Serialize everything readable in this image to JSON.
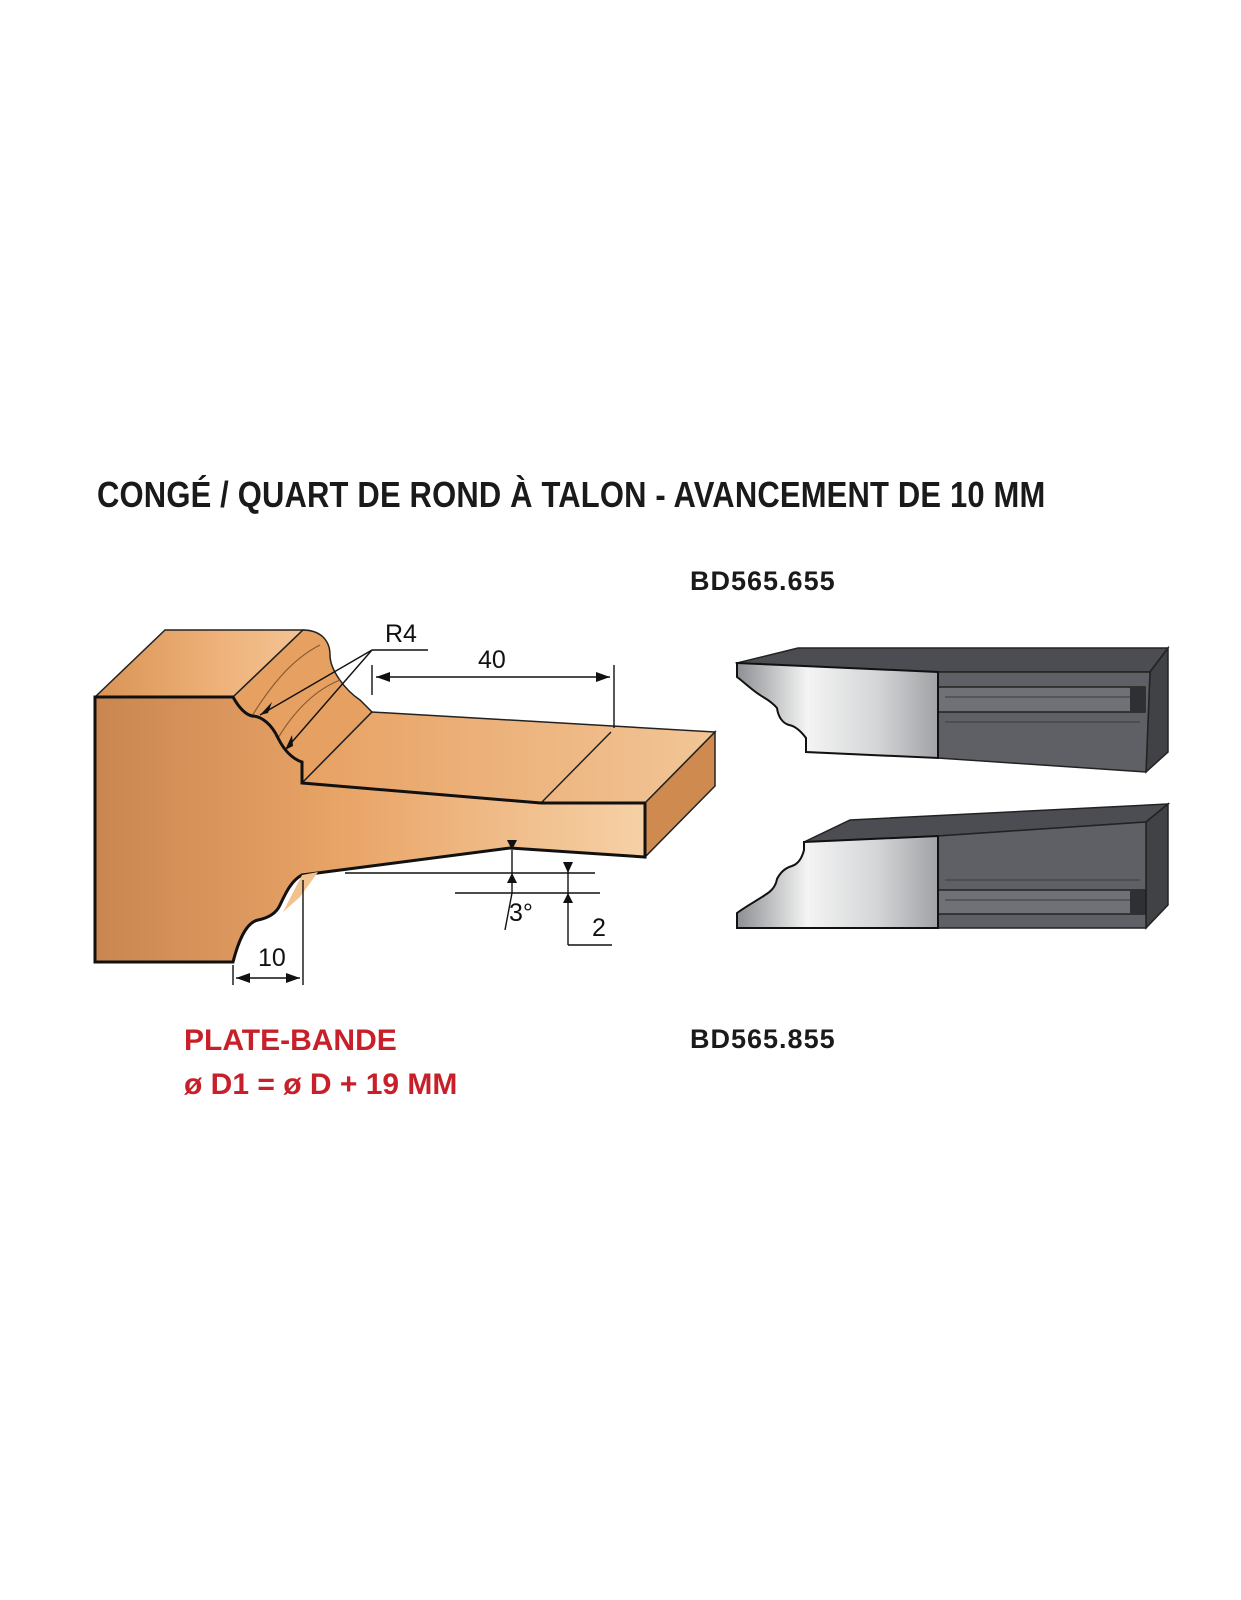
{
  "title": "CONGÉ / QUART DE ROND À TALON - AVANCEMENT DE 10 MM",
  "references": {
    "top": "BD565.655",
    "bottom": "BD565.855"
  },
  "profile": {
    "name": "PLATE-BANDE",
    "formula": "ø D1 = ø D + 19 MM",
    "dimensions": {
      "radius": "R4",
      "length": "40",
      "advance": "10",
      "angle": "3°",
      "depth": "2"
    }
  },
  "colors": {
    "wood": "#e9a467",
    "wood_dark": "#c98650",
    "steel": "#5c5e63",
    "accent_red": "#c8202a"
  }
}
